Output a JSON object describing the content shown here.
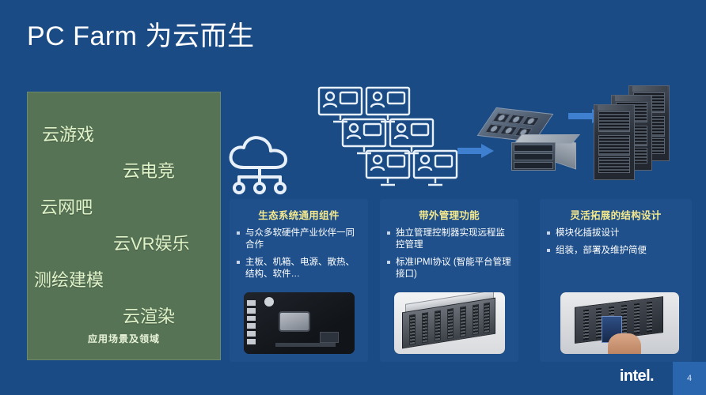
{
  "slide": {
    "title": "PC Farm 为云而生",
    "background_color": "#1b4b85",
    "page_number": "4",
    "brand": "intel."
  },
  "scenarios_panel": {
    "background_color": "#577356",
    "text_color": "#dff2c8",
    "caption": "应用场景及领域",
    "items": [
      {
        "label": "云游戏"
      },
      {
        "label": "云电竞"
      },
      {
        "label": "云网吧"
      },
      {
        "label": "云VR娱乐"
      },
      {
        "label": "测绘建模"
      },
      {
        "label": "云渲染"
      }
    ]
  },
  "diagram": {
    "cloud_icon": "cloud-network-icon",
    "clients": [
      {
        "icon": "user-monitor-icon"
      },
      {
        "icon": "user-monitor-icon"
      },
      {
        "icon": "user-monitor-icon"
      },
      {
        "icon": "user-monitor-icon"
      },
      {
        "icon": "user-monitor-icon"
      },
      {
        "icon": "user-monitor-icon"
      }
    ],
    "arrows": [
      {
        "icon": "arrow-right-icon",
        "color": "#3f7fd0"
      },
      {
        "icon": "arrow-right-icon",
        "color": "#3f7fd0"
      }
    ],
    "hardware": {
      "blade_label": "blade-module",
      "server_label": "server-chassis",
      "racks_count": 3
    }
  },
  "cards": [
    {
      "title": "生态系统通用组件",
      "title_color": "#f5e98c",
      "bullets": [
        "与众多软硬件产业伙伴一同合作",
        "主板、机箱、电源、散热、结构、软件…"
      ],
      "photo": "motherboard-photo"
    },
    {
      "title": "带外管理功能",
      "title_color": "#f5e98c",
      "bullets": [
        "独立管理控制器实现远程监控管理",
        "标准IPMI协议 (智能平台管理接口)"
      ],
      "photo": "server-chassis-photo"
    },
    {
      "title": "灵活拓展的结构设计",
      "title_color": "#f5e98c",
      "bullets": [
        "模块化插拔设计",
        "组装，部署及维护简便"
      ],
      "photo": "module-insertion-photo"
    }
  ]
}
